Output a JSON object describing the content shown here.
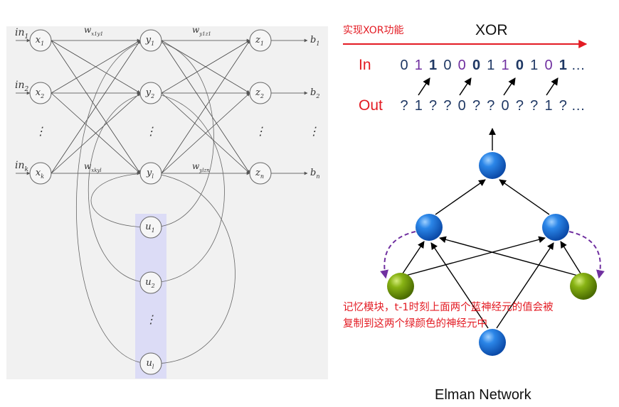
{
  "left_diagram": {
    "inputs": [
      {
        "base": "in",
        "sub": "1"
      },
      {
        "base": "in",
        "sub": "2"
      },
      {
        "base": "in",
        "sub": "k"
      }
    ],
    "x_nodes": [
      {
        "base": "x",
        "sub": "1"
      },
      {
        "base": "x",
        "sub": "2"
      },
      {
        "base": "x",
        "sub": "k"
      }
    ],
    "y_nodes": [
      {
        "base": "y",
        "sub": "1"
      },
      {
        "base": "y",
        "sub": "2"
      },
      {
        "base": "y",
        "sub": "l"
      }
    ],
    "z_nodes": [
      {
        "base": "z",
        "sub": "1"
      },
      {
        "base": "z",
        "sub": "2"
      },
      {
        "base": "z",
        "sub": "n"
      }
    ],
    "outputs": [
      {
        "base": "b",
        "sub": "1"
      },
      {
        "base": "b",
        "sub": "2"
      },
      {
        "base": "b",
        "sub": "n"
      }
    ],
    "u_nodes": [
      {
        "base": "u",
        "sub": "1"
      },
      {
        "base": "u",
        "sub": "2"
      },
      {
        "base": "u",
        "sub": "l"
      }
    ],
    "weights": [
      {
        "base": "w",
        "sub": "x1y1"
      },
      {
        "base": "w",
        "sub": "y1z1"
      },
      {
        "base": "w",
        "sub": "xkyl"
      },
      {
        "base": "w",
        "sub": "ylzn"
      }
    ],
    "ellipsis": "⋮"
  },
  "right_diagram": {
    "task_label": "实现XOR功能",
    "xor_label": "XOR",
    "in_label": "In",
    "out_label": "Out",
    "in_sequence": [
      {
        "d": "0",
        "style": "normal"
      },
      {
        "d": "1",
        "style": "purple"
      },
      {
        "d": "1",
        "style": "bold"
      },
      {
        "d": "0",
        "style": "normal"
      },
      {
        "d": "0",
        "style": "purple"
      },
      {
        "d": "0",
        "style": "bold"
      },
      {
        "d": "1",
        "style": "normal"
      },
      {
        "d": "1",
        "style": "purple"
      },
      {
        "d": "0",
        "style": "bold"
      },
      {
        "d": "1",
        "style": "normal"
      },
      {
        "d": "0",
        "style": "purple"
      },
      {
        "d": "1",
        "style": "bold"
      }
    ],
    "in_trailing": "…",
    "out_sequence": [
      "?",
      "1",
      "?",
      "?",
      "0",
      "?",
      "?",
      "0",
      "?",
      "?",
      "1",
      "?"
    ],
    "out_trailing": "…",
    "memory_note_line1": "记忆模块，t-1时刻上面两个蓝神经元的值会被",
    "memory_note_line2": "复制到这两个绿颜色的神经元中",
    "caption": "Elman Network"
  },
  "colors": {
    "red": "#e31b23",
    "digit": "#1f3864",
    "purple_digit": "#7030a0",
    "blue_neuron": "#1c6fd6",
    "green_neuron": "#6f9a0a",
    "highlight": "#dcdcf6"
  }
}
